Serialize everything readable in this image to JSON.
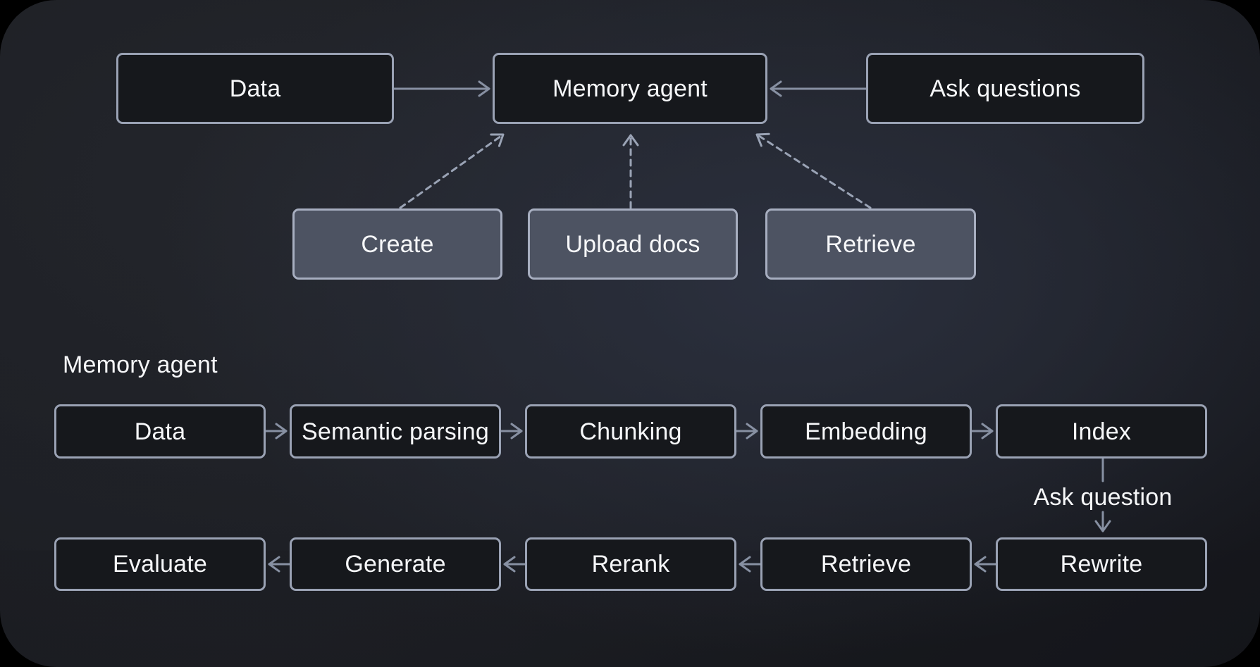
{
  "colors": {
    "page_background": "#000000",
    "canvas_base": "#1b1d23",
    "node_dark_fill": "#16181c",
    "node_dark_border": "#9aa2b4",
    "node_gray_fill": "#4d5362",
    "node_gray_border": "#a7aec0",
    "connector_solid": "#8790a2",
    "connector_dashed": "#9aa3b5",
    "text": "#f6f7f9"
  },
  "overview": {
    "data": "Data",
    "memory_agent": "Memory agent",
    "ask_questions": "Ask questions",
    "create": "Create",
    "upload_docs": "Upload docs",
    "retrieve": "Retrieve"
  },
  "pipeline": {
    "title": "Memory agent",
    "row1": [
      "Data",
      "Semantic parsing",
      "Chunking",
      "Embedding",
      "Index"
    ],
    "edge_label": "Ask question",
    "row2": [
      "Evaluate",
      "Generate",
      "Rerank",
      "Retrieve",
      "Rewrite"
    ]
  }
}
